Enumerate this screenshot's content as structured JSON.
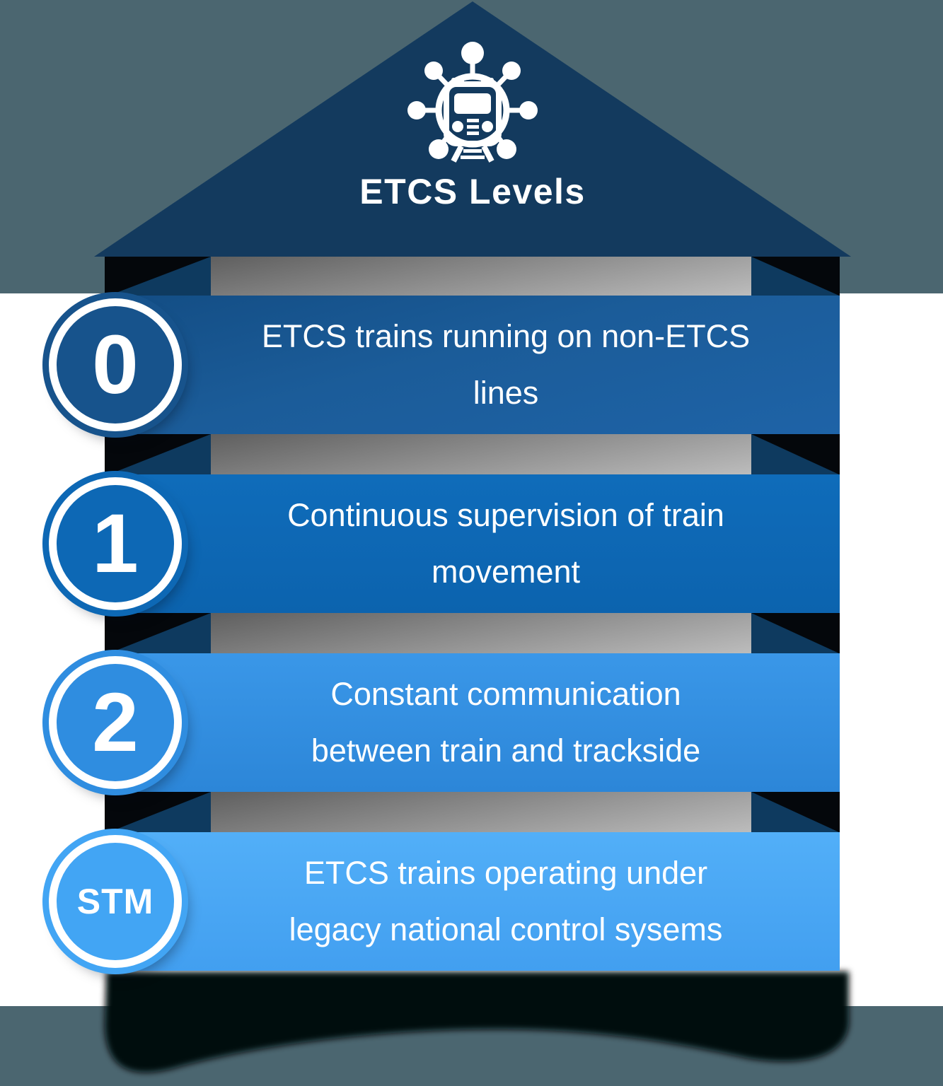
{
  "page": {
    "frame_color": "#4b6670",
    "canvas_color": "#ffffff"
  },
  "header": {
    "title": "ETCS Levels",
    "icon": "train-network-icon",
    "roof_color": "#133a5e",
    "text_color": "#ffffff"
  },
  "connector_colors": {
    "black": "#04070b",
    "navy": "#0e3a5f",
    "gray_start": "#5f5f5f",
    "gray_end": "#bcbcbc"
  },
  "shadow_color": "#05080a",
  "levels": [
    {
      "badge": "0",
      "lines": [
        "ETCS trains running on non-ETCS",
        "lines"
      ],
      "badge_color": "#17538c",
      "bar_gradient": "linear-gradient(165deg,#134d84 0%,#1b5c99 45%,#1e63a7 100%)"
    },
    {
      "badge": "1",
      "lines": [
        "Continuous supervision of train",
        "movement"
      ],
      "badge_color": "#0d68b5",
      "bar_gradient": "linear-gradient(180deg,#0f6cba,#0c63ae)"
    },
    {
      "badge": "2",
      "lines": [
        "Constant communication",
        "between train and trackside"
      ],
      "badge_color": "#2f8de0",
      "bar_gradient": "linear-gradient(180deg,#3a97e8,#2c86d8)"
    },
    {
      "badge": "STM",
      "lines": [
        "ETCS trains operating under",
        "legacy national control sysems"
      ],
      "badge_color": "#42a5f4",
      "bar_gradient": "linear-gradient(180deg,#52aff8,#429ff0)"
    }
  ]
}
